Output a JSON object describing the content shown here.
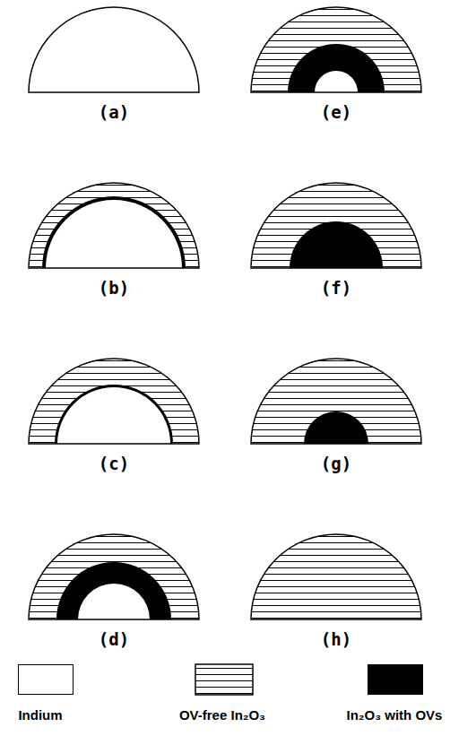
{
  "diagram": {
    "labels": [
      "(a)",
      "(b)",
      "(c)",
      "(d)",
      "(e)",
      "(f)",
      "(g)",
      "(h)"
    ],
    "legend": [
      {
        "text": "Indium",
        "color": "#ffffff"
      },
      {
        "text": "OV-free In₂O₃"
      },
      {
        "text": "In₂O₃ with OVs",
        "color": "#000000"
      }
    ]
  }
}
